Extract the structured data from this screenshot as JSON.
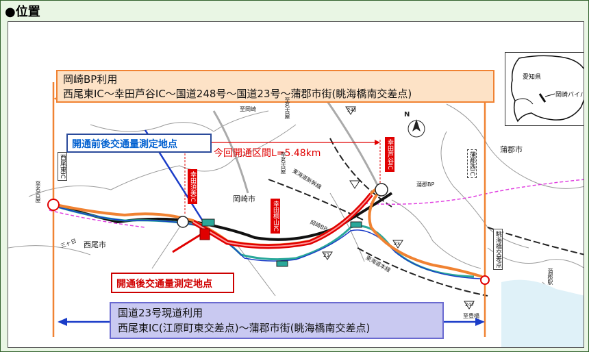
{
  "header": {
    "title": "●位置"
  },
  "route_bp": {
    "line1": "岡崎BP利用",
    "line2": "西尾東IC～幸田芦谷IC～国道248号～国道23号～蒲郡市街(眺海橋南交差点)"
  },
  "route_23": {
    "line1": "国道23号現道利用",
    "line2": "西尾東IC(江原町東交差点)～蒲郡市街(眺海橋南交差点)"
  },
  "labels": {
    "before_after": "開通前後交通量測定地点",
    "after": "開通後交通量測定地点",
    "section": "今回開通区間L=5.48km"
  },
  "interchanges": {
    "nishio_higashi": "西尾東IC",
    "kota_sukaba": "幸田須美IC",
    "kota_kiriyama": "幸田桐山IC",
    "kota_ashiya": "幸田芦谷IC",
    "gamagori_nishi": "蒲郡西IC",
    "chokai_bashi": "眺海橋交差点"
  },
  "places": {
    "okazaki": "岡崎市",
    "nishio": "西尾市",
    "gamagori": "蒲郡市",
    "to_nagoya": "至名古屋",
    "to_okazaki": "至岡崎",
    "to_nagoya2": "至名古屋",
    "to_nagoya3": "至名古屋",
    "to_toyohashi": "至豊橋",
    "gamagori_bp": "蒲郡BP",
    "okazaki_bp": "岡崎BP",
    "tokaido_shinkansen": "東海道新幹線",
    "tokaido_line": "東海道本線",
    "sangyo": "三ヶ日",
    "route_248": "248",
    "route_23a": "23",
    "route_23b": "23",
    "route_247": "247",
    "gamagori_eki": "蒲郡駅",
    "north": "N"
  },
  "inset": {
    "aichi": "愛知県",
    "okazaki_bp": "岡崎バイパス"
  },
  "colors": {
    "orange": "#f08232",
    "blue_route": "#0000c8",
    "red_section": "#e00000",
    "teal_road": "#2aa89a",
    "magenta": "#e040e0"
  }
}
